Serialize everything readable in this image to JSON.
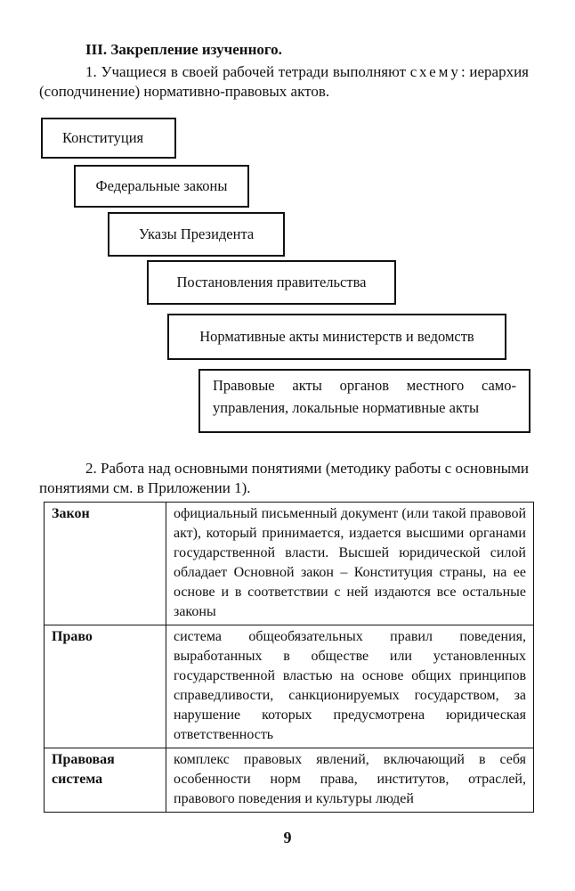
{
  "section": {
    "heading": "III. Закрепление изученного."
  },
  "task1": {
    "text_before": "1. Учащиеся в своей рабочей тетради выполняют ",
    "spaced_word": "схему",
    "text_after": ": иерархия (соподчинение) нормативно-правовых актов."
  },
  "hierarchy": {
    "items": [
      "Конституция",
      "Федеральные законы",
      "Указы Президента",
      "Постановления правительства",
      "Нормативные акты министерств и ведомств"
    ],
    "last_line1": "Правовые акты органов местного само-",
    "last_line2": "управления, локальные нормативные акты"
  },
  "task2": {
    "text": "2. Работа над основными понятиями (методику работы с основными понятиями см. в Приложении 1)."
  },
  "terms": [
    {
      "term": "Закон",
      "definition": "официальный письменный документ (или такой правовой акт), который принимается, издается высшими органами государственной власти. Высшей юридической силой обладает Основной закон – Конституция страны, на ее основе и в соответствии с ней издаются все остальные законы"
    },
    {
      "term": "Право",
      "definition": "система общеобязательных правил поведения, выработанных в обществе или установленных государственной властью на основе общих принципов справедливости, санкционируемых государством, за нарушение которых предусмотрена юридическая ответственность"
    },
    {
      "term": "Правовая система",
      "definition": "комплекс правовых явлений, включающий в себя особенности норм права, институтов, отраслей, правового поведения и культуры людей"
    }
  ],
  "page_number": "9"
}
